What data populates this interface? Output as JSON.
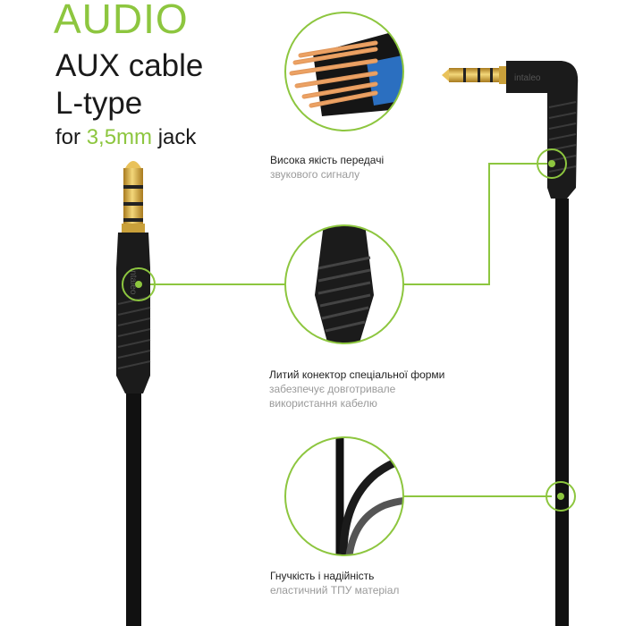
{
  "heading": {
    "line1": "AUDIO",
    "line2": "AUX cable",
    "line3": "L-type",
    "line4_prefix": "for ",
    "line4_accent": "3,5mm",
    "line4_suffix": " jack"
  },
  "features": [
    {
      "title": "Висока якість передачі",
      "subtitle": "звукового сигналу"
    },
    {
      "title": "Литий конектор спеціальної форми",
      "subtitle1": "забезпечує довготривале",
      "subtitle2": "використання кабелю"
    },
    {
      "title": "Гнучкість і  надійність",
      "subtitle": "еластичний ТПУ матеріал"
    }
  ],
  "brand_mark": "intaleo",
  "colors": {
    "accent": "#8dc63f",
    "cable": "#111111",
    "gold": "#d6a93a",
    "copper": "#c8773a"
  }
}
